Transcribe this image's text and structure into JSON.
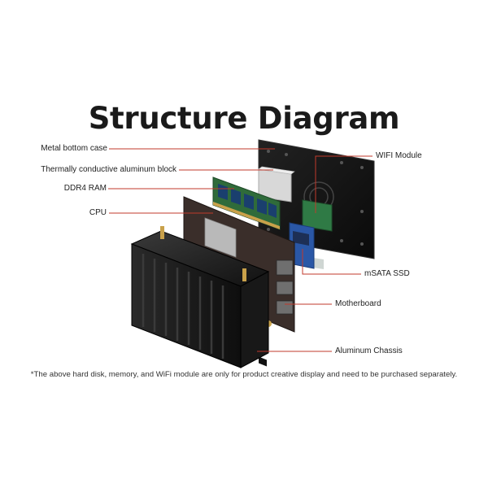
{
  "diagram": {
    "title": "Structure Diagram",
    "labels_left": {
      "metal_bottom_case": "Metal bottom case",
      "thermal_block": "Thermally conductive aluminum block",
      "ddr4_ram": "DDR4 RAM",
      "cpu": "CPU"
    },
    "labels_right": {
      "wifi_module": "WIFI Module",
      "msata_ssd": "mSATA SSD",
      "motherboard": "Motherboard",
      "aluminum_chassis": "Aluminum Chassis"
    },
    "footnote": "*The above hard disk, memory, and WiFi module are only for product creative display and need to be purchased separately."
  },
  "colors": {
    "callout_line": "#c0392b",
    "chassis": "#1b1b1b",
    "motherboard": "#3a2e2a",
    "ram_pcb": "#2f6b3a",
    "ram_chip": "#1a3f6e",
    "ssd_pcb": "#2a57a6",
    "wifi_pcb": "#2f7a45",
    "bottom_plate": "#141414",
    "thermal_block": "#d8d8d8"
  }
}
